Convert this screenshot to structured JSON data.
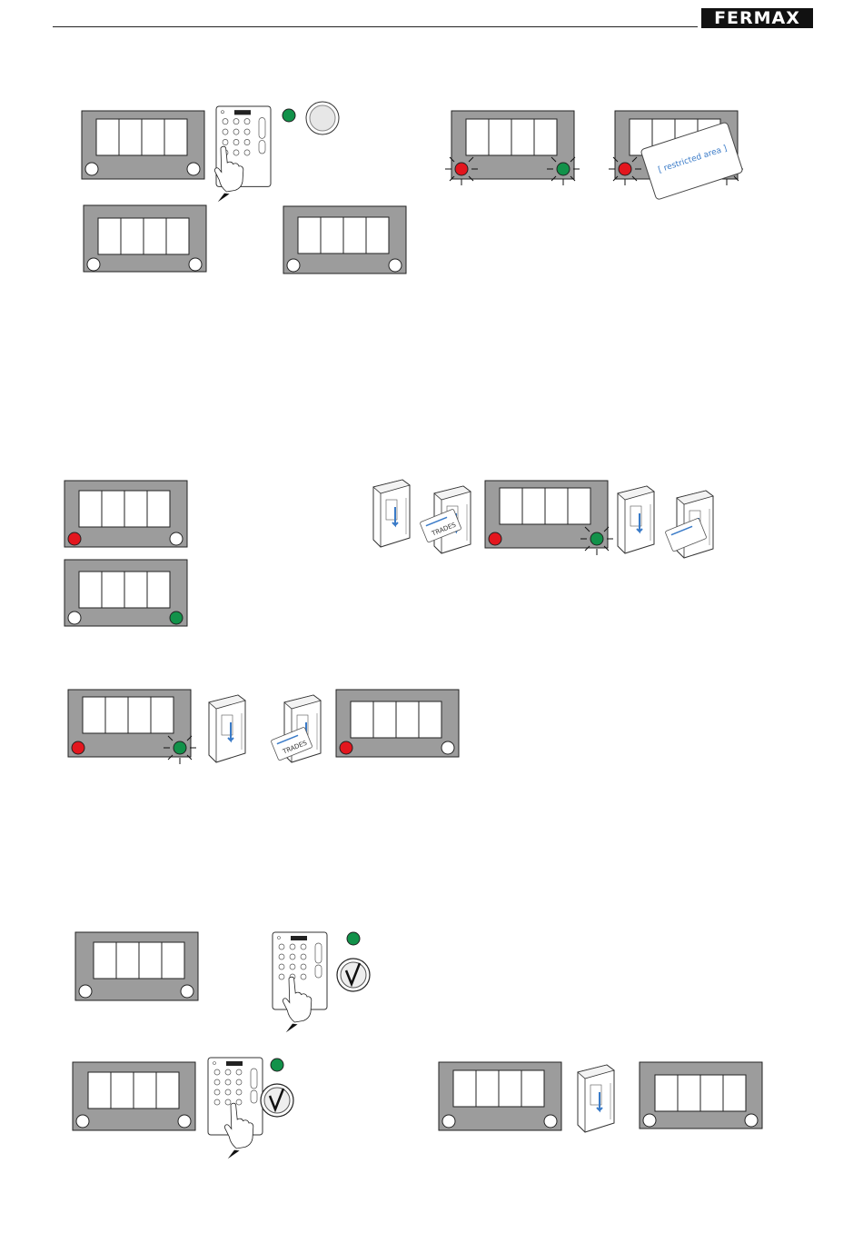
{
  "header": {
    "brand": "FERMAX"
  },
  "card_texts": {
    "restricted": "[ restricted area ]",
    "trades": "TRADES"
  },
  "colors": {
    "panel": "#9c9c9c",
    "led_red": "#e3161e",
    "led_green": "#12924a",
    "led_off": "#ffffff",
    "outline": "#1a1a1a"
  },
  "icons": [
    "keypad-icon",
    "hand-pointer-icon",
    "round-button-icon",
    "check-icon",
    "card-reader-icon",
    "proximity-card-icon",
    "flash-rays-icon"
  ]
}
